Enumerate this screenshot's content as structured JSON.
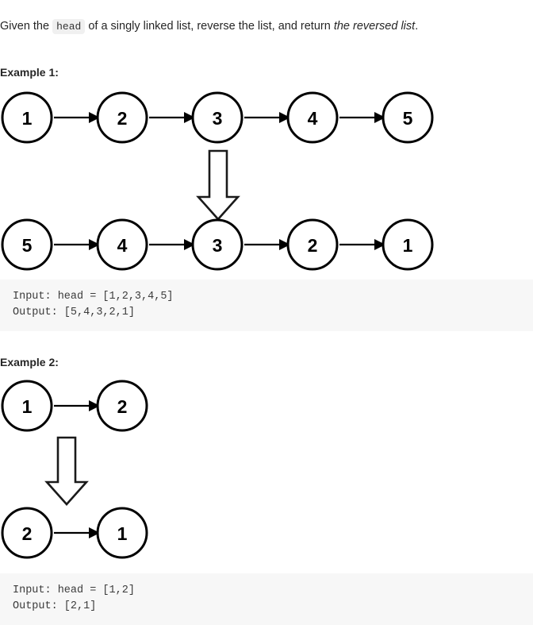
{
  "statement": {
    "before_code": "Given the ",
    "code_chip": "head",
    "after_code": " of a singly linked list, reverse the list, and return ",
    "emphasis": "the reversed list",
    "period": "."
  },
  "examples": [
    {
      "heading": "Example 1:",
      "input_nodes": [
        "1",
        "2",
        "3",
        "4",
        "5"
      ],
      "output_nodes": [
        "5",
        "4",
        "3",
        "2",
        "1"
      ],
      "transform_icon": "down-block-arrow-icon",
      "code": {
        "input_line": "Input: head = [1,2,3,4,5]",
        "output_line": "Output: [5,4,3,2,1]"
      }
    },
    {
      "heading": "Example 2:",
      "input_nodes": [
        "1",
        "2"
      ],
      "output_nodes": [
        "2",
        "1"
      ],
      "transform_icon": "down-block-arrow-icon",
      "code": {
        "input_line": "Input: head = [1,2]",
        "output_line": "Output: [2,1]"
      }
    }
  ],
  "colors": {
    "text": "#262626",
    "code_background": "#f7f7f7",
    "code_text": "#3b3b3b",
    "chip_background": "#f0f0f0",
    "node_stroke": "#000000",
    "node_fill": "#ffffff"
  }
}
